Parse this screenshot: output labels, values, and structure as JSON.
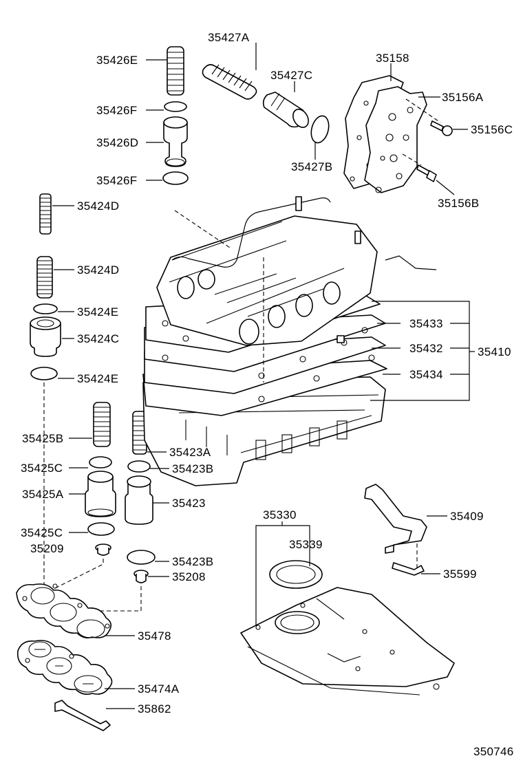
{
  "diagram": {
    "figure_id": "350746",
    "labels": {
      "p35426E": "35426E",
      "p35426F_top": "35426F",
      "p35426D": "35426D",
      "p35426F_bot": "35426F",
      "p35427A": "35427A",
      "p35427C": "35427C",
      "p35427B": "35427B",
      "p35158": "35158",
      "p35156A": "35156A",
      "p35156C": "35156C",
      "p35156B": "35156B",
      "p35424D_top": "35424D",
      "p35424D_bot": "35424D",
      "p35424E_top": "35424E",
      "p35424C": "35424C",
      "p35424E_bot": "35424E",
      "p35433": "35433",
      "p35432": "35432",
      "p35410": "35410",
      "p35434": "35434",
      "p35425B": "35425B",
      "p35423A": "35423A",
      "p35425C_top": "35425C",
      "p35423B_top": "35423B",
      "p35425A": "35425A",
      "p35423": "35423",
      "p35425C_bot": "35425C",
      "p35209": "35209",
      "p35423B_bot": "35423B",
      "p35208": "35208",
      "p35330": "35330",
      "p35339": "35339",
      "p35409": "35409",
      "p35599": "35599",
      "p35478": "35478",
      "p35474A": "35474A",
      "p35862": "35862"
    }
  }
}
